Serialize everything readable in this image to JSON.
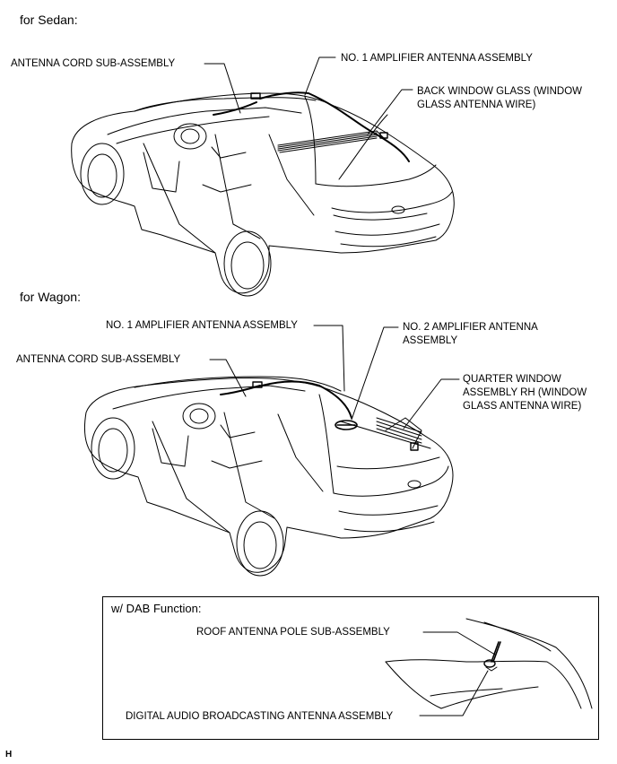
{
  "sedan": {
    "section_title": "for Sedan:",
    "labels": {
      "antenna_cord": "ANTENNA CORD SUB-ASSEMBLY",
      "amplifier_1": "NO. 1 AMPLIFIER ANTENNA ASSEMBLY",
      "back_window_line1": "BACK WINDOW GLASS (WINDOW",
      "back_window_line2": "GLASS ANTENNA WIRE)"
    }
  },
  "wagon": {
    "section_title": "for Wagon:",
    "labels": {
      "amplifier_1": "NO. 1 AMPLIFIER ANTENNA ASSEMBLY",
      "amplifier_2_line1": "NO. 2 AMPLIFIER ANTENNA",
      "amplifier_2_line2": "ASSEMBLY",
      "antenna_cord": "ANTENNA CORD SUB-ASSEMBLY",
      "quarter_window_line1": "QUARTER WINDOW",
      "quarter_window_line2": "ASSEMBLY RH (WINDOW",
      "quarter_window_line3": "GLASS ANTENNA WIRE)"
    }
  },
  "dab": {
    "section_title": "w/ DAB Function:",
    "labels": {
      "roof_pole": "ROOF ANTENNA POLE SUB-ASSEMBLY",
      "dab_antenna": "DIGITAL AUDIO BROADCASTING ANTENNA ASSEMBLY"
    }
  },
  "corner_mark": "H"
}
